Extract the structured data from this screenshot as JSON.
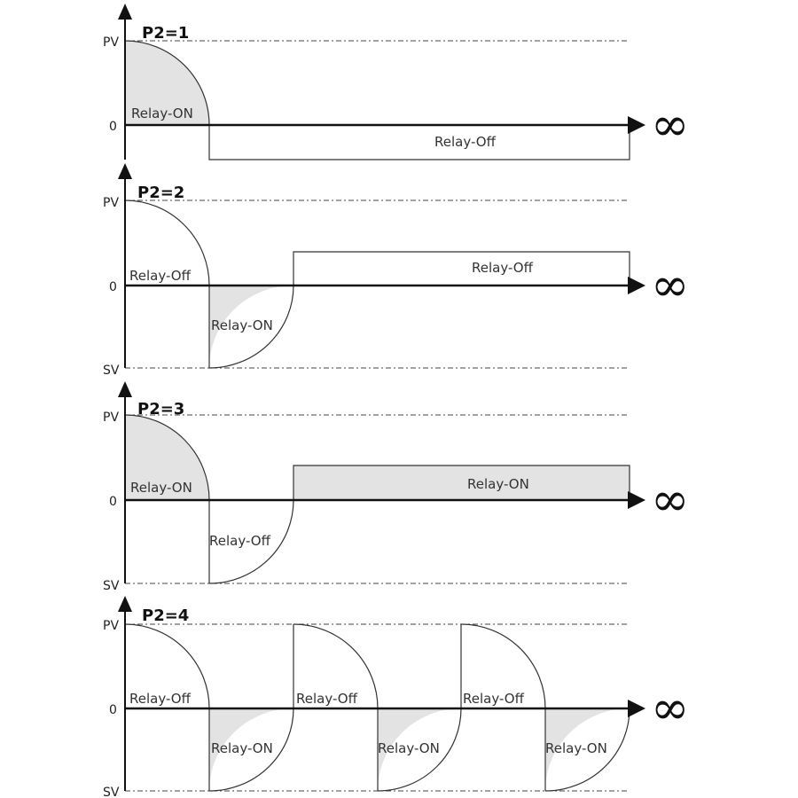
{
  "infinity_symbol": "∞",
  "panels": [
    {
      "title": "P2=1",
      "pv_label": "PV",
      "zero_label": "0",
      "sv_label": "",
      "labels": {
        "first_curve": "Relay-ON",
        "right_band": "Relay-Off"
      }
    },
    {
      "title": "P2=2",
      "pv_label": "PV",
      "zero_label": "0",
      "sv_label": "SV",
      "labels": {
        "first_curve": "Relay-Off",
        "dip": "Relay-ON",
        "right_band": "Relay-Off"
      }
    },
    {
      "title": "P2=3",
      "pv_label": "PV",
      "zero_label": "0",
      "sv_label": "SV",
      "labels": {
        "first_curve": "Relay-ON",
        "dip": "Relay-Off",
        "right_band": "Relay-ON"
      }
    },
    {
      "title": "P2=4",
      "pv_label": "PV",
      "zero_label": "0",
      "sv_label": "SV",
      "labels": {
        "pos1": "Relay-Off",
        "neg1": "Relay-ON",
        "pos2": "Relay-Off",
        "neg2": "Relay-ON",
        "pos3": "Relay-Off",
        "neg3": "Relay-ON"
      }
    }
  ]
}
